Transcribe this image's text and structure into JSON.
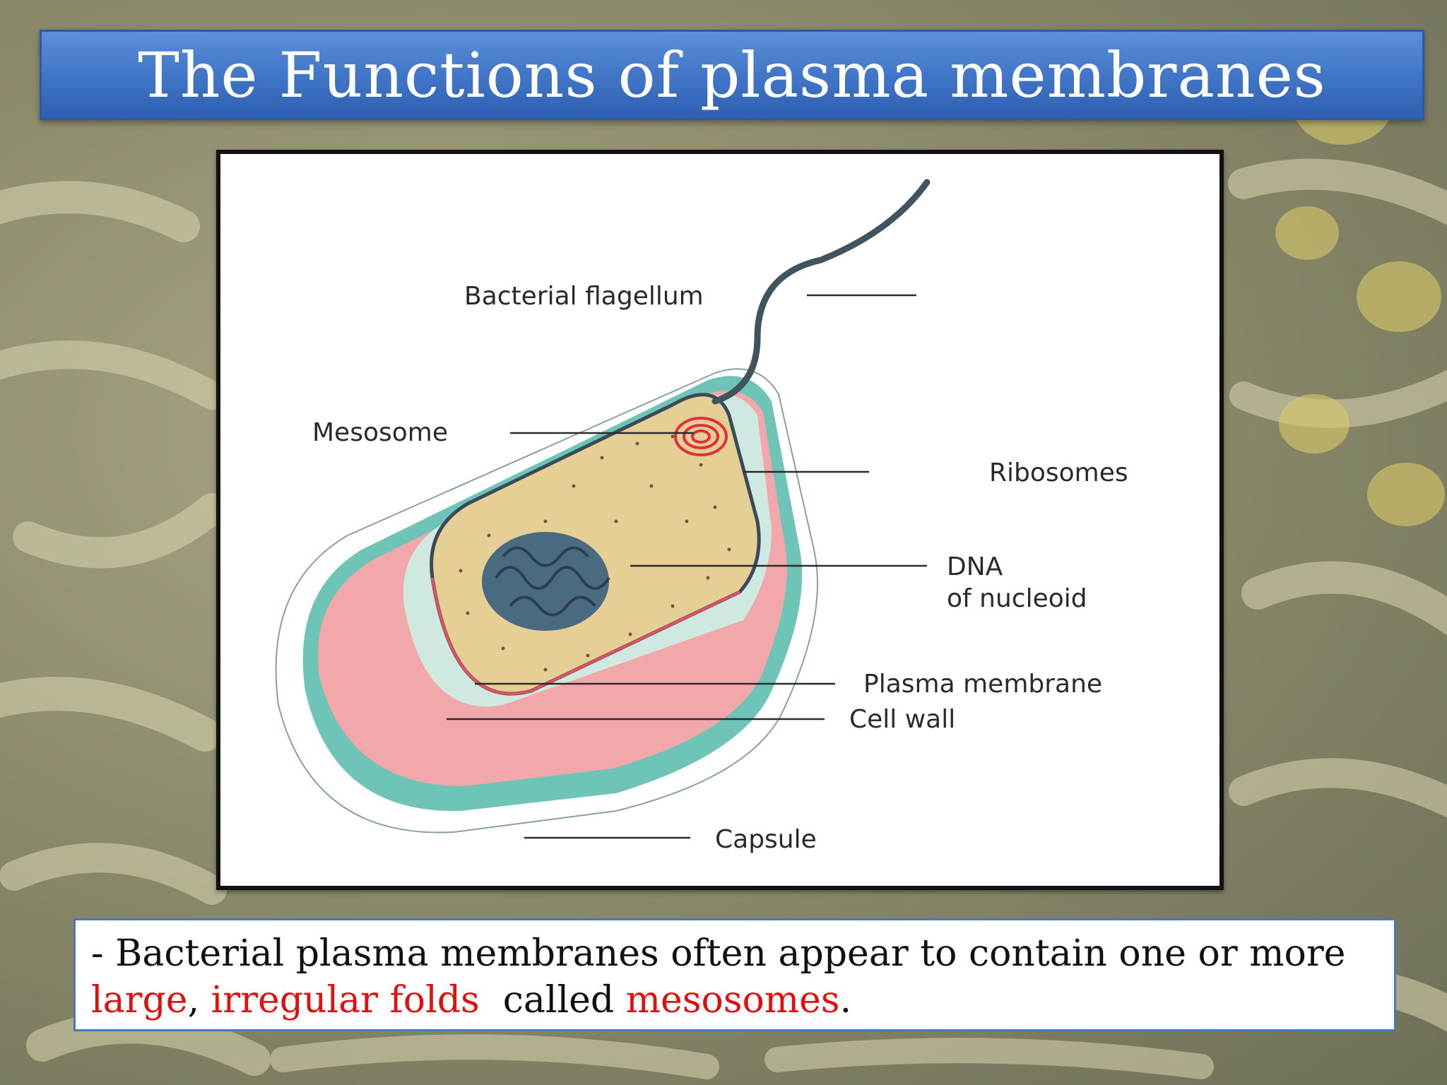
{
  "slide": {
    "title": "The Functions of plasma membranes"
  },
  "diagram": {
    "labels": {
      "flagellum": "Bacterial flagellum",
      "mesosome": "Mesosome",
      "ribosomes": "Ribosomes",
      "dna_line1": "DNA",
      "dna_line2": "of nucleoid",
      "plasma_membrane": "Plasma membrane",
      "cell_wall": "Cell wall",
      "capsule": "Capsule"
    }
  },
  "caption": {
    "dash": "- ",
    "part1": "Bacterial plasma membranes often appear to contain one or more",
    "large": "large",
    "comma": ", ",
    "irregular": "irregular folds",
    "called": "  called ",
    "mesosomes": "mesosomes",
    "period": "."
  },
  "colors": {
    "title_bar": "#3f74c6",
    "highlight_text": "#e01010",
    "caption_border": "#4a78c0"
  }
}
